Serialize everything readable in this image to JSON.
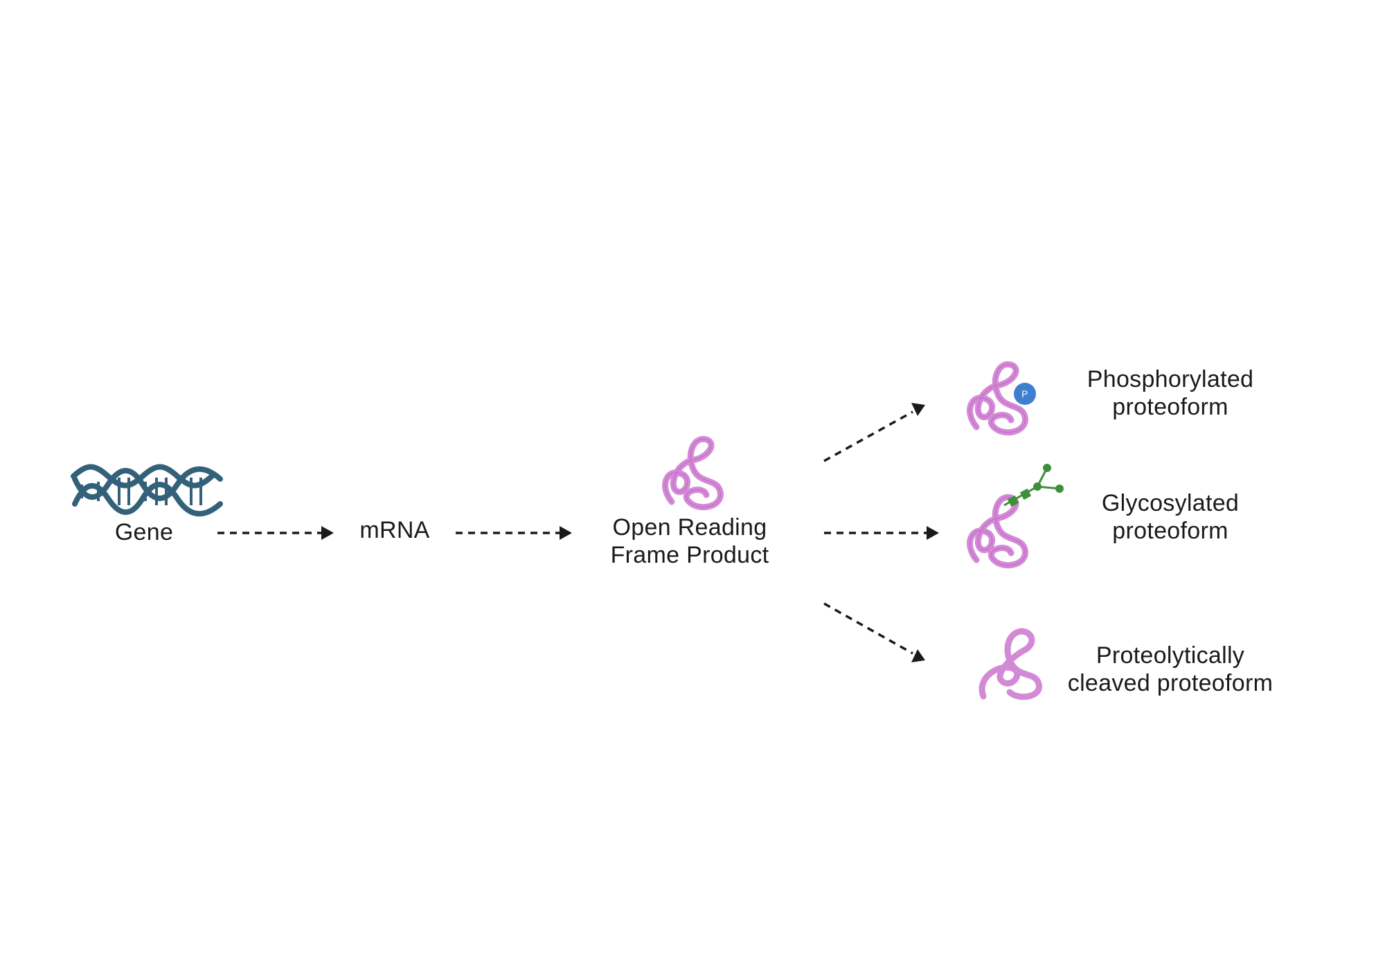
{
  "nodes": {
    "gene": {
      "label": "Gene",
      "icon": "dna-double-helix-icon"
    },
    "mrna": {
      "label": "mRNA"
    },
    "orf": {
      "line1": "Open Reading",
      "line2": "Frame Product",
      "icon": "protein-coil-icon"
    }
  },
  "proteoforms": {
    "phosphorylated": {
      "line1": "Phosphorylated",
      "line2": "proteoform",
      "badge": "P",
      "icon": "phosphorylated-protein-icon"
    },
    "glycosylated": {
      "line1": "Glycosylated",
      "line2": "proteoform",
      "icon": "glycosylated-protein-icon"
    },
    "cleaved": {
      "line1": "Proteolytically",
      "line2": "cleaved proteoform",
      "icon": "cleaved-protein-icon"
    }
  },
  "colors": {
    "dna": "#33617a",
    "protein": "#d38ad6",
    "phosphate": "#3f7fd0",
    "glycan": "#3f8f3a",
    "arrow": "#1a1a1a"
  }
}
